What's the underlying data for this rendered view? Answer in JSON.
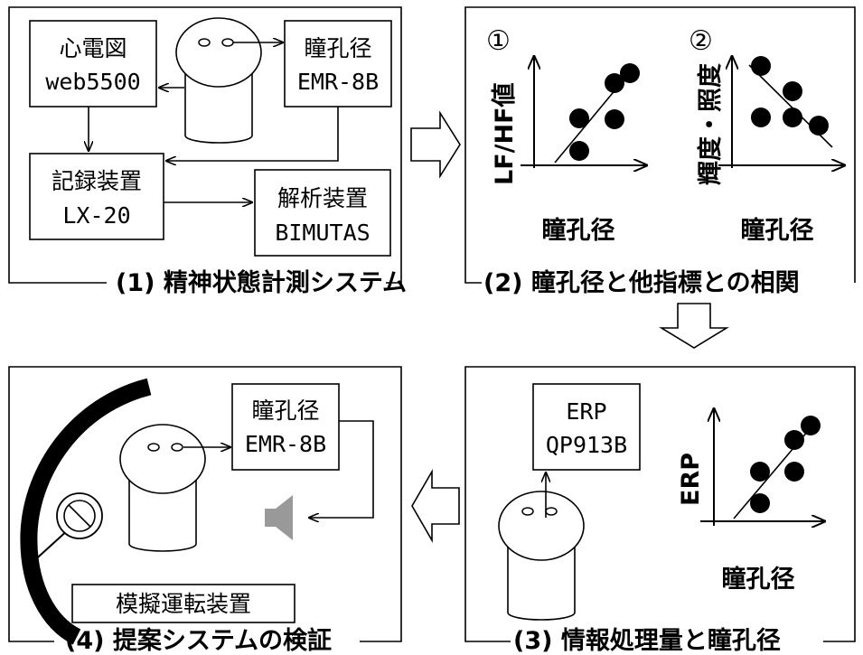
{
  "panel1": {
    "title": "(1) 精神状態計測システム",
    "ecg_name": "心電図",
    "ecg_model": "web5500",
    "pupil_name": "瞳孔径",
    "pupil_model": "EMR-8B",
    "recorder_name": "記録装置",
    "recorder_model": "LX-20",
    "analyzer_name": "解析装置",
    "analyzer_model": "BIMUTAS"
  },
  "panel2": {
    "title": "(2) 瞳孔径と他指標との相関",
    "plot1_marker": "①",
    "plot1_ylabel": "LF/HF値",
    "plot1_xlabel": "瞳孔径",
    "plot2_marker": "②",
    "plot2_ylabel": "輝度・照度",
    "plot2_xlabel": "瞳孔径"
  },
  "panel3": {
    "title": "(3) 情報処理量と瞳孔径",
    "erp_name": "ERP",
    "erp_model": "QP913B",
    "ylabel": "ERP",
    "xlabel": "瞳孔径"
  },
  "panel4": {
    "title": "(4) 提案システムの検証",
    "pupil_name": "瞳孔径",
    "pupil_model": "EMR-8B",
    "simulator_label": "模擬運転装置"
  },
  "colors": {
    "line": "#000000",
    "speaker": "#999999",
    "background": "#ffffff"
  }
}
